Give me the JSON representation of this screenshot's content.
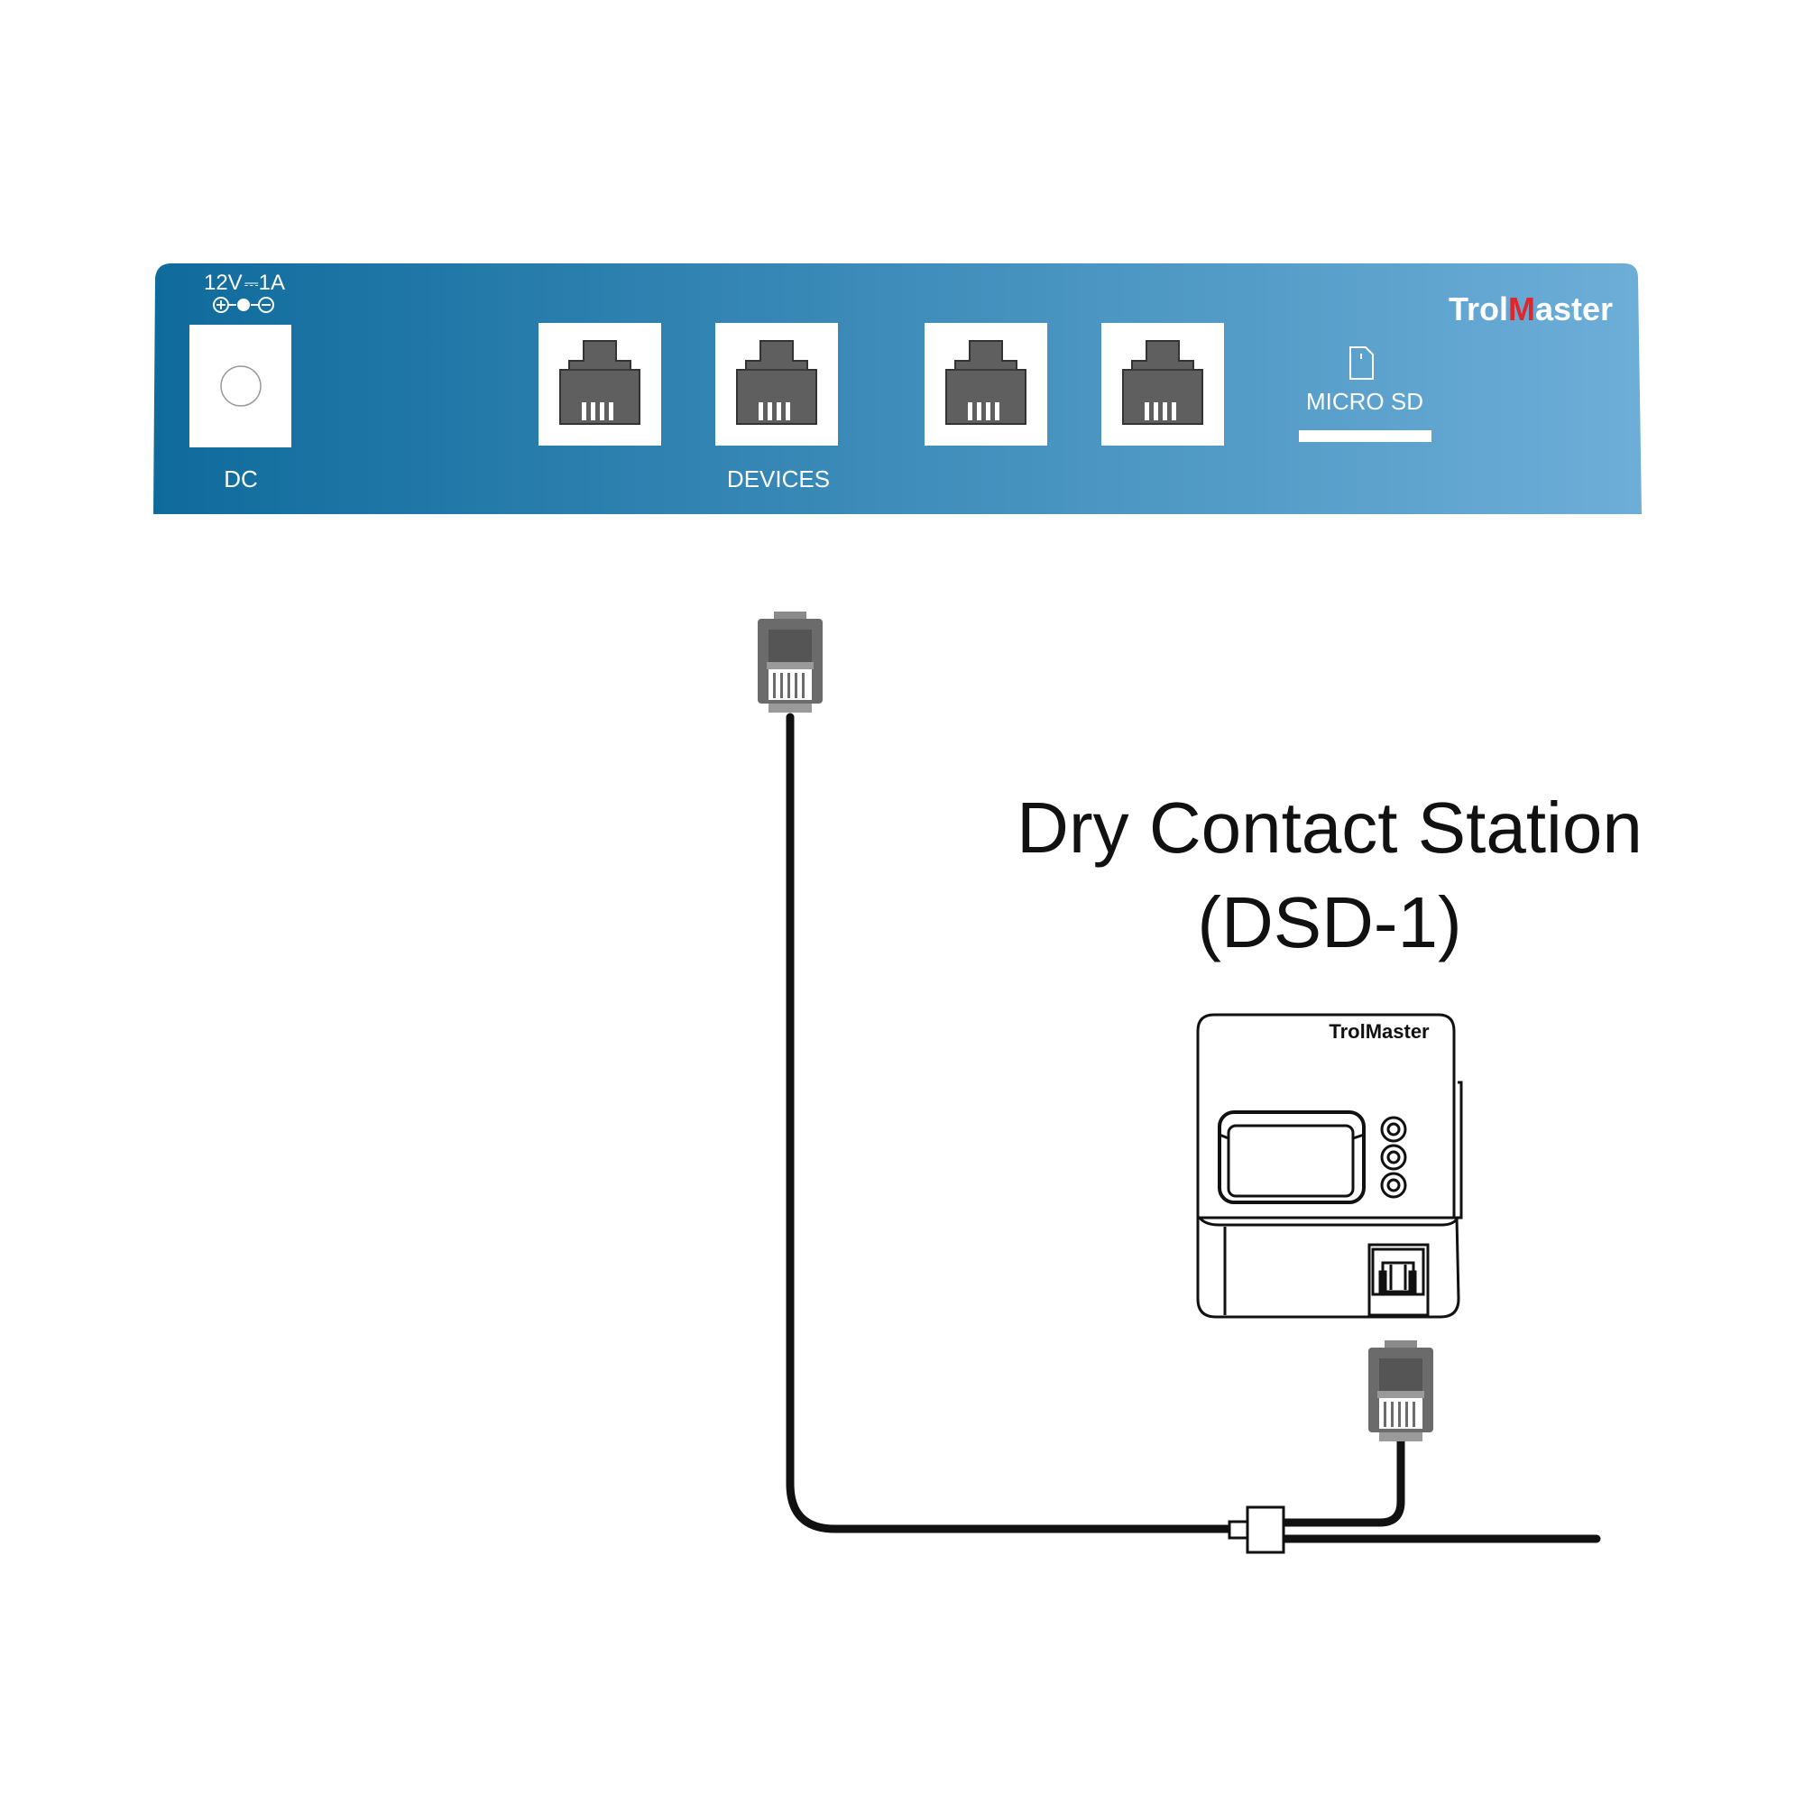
{
  "panel": {
    "power_rating": "12V⎓ 1A",
    "power_rating_volts": "12V",
    "power_rating_amps": "1A",
    "dc_label": "DC",
    "devices_label": "DEVICES",
    "micro_sd_label": "MICRO SD",
    "brand": {
      "prefix": "Trol",
      "accent_letter": "M",
      "suffix": "aster"
    },
    "port_count": 4,
    "gradient": [
      "#0f6b9c",
      "#6daed8"
    ]
  },
  "station": {
    "title_line1": "Dry Contact Station",
    "title_line2": "(DSD-1)",
    "brand": "TrolMaster",
    "button_count": 3
  },
  "colors": {
    "accent_red": "#e0262b",
    "cable": "#111111",
    "plug_gray": "#6b6b6b",
    "port_gray": "#5f5f5f"
  }
}
